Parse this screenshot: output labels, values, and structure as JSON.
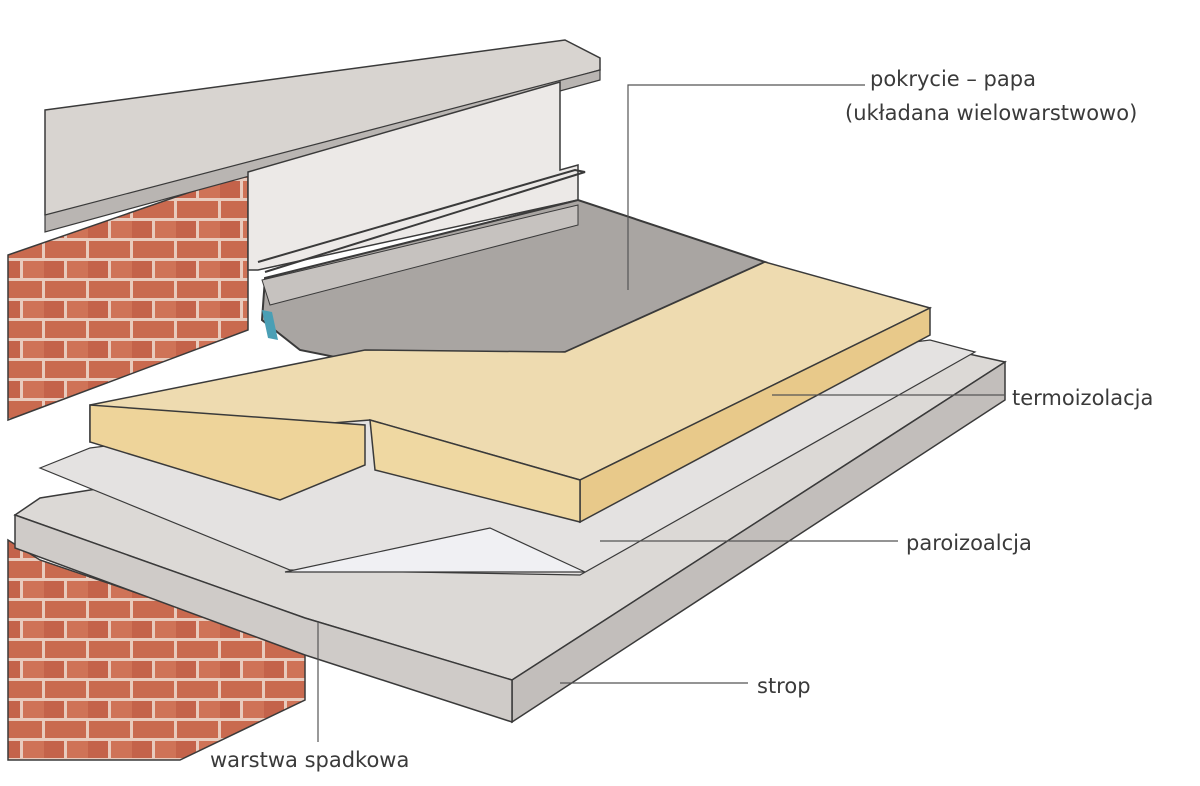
{
  "labels": {
    "pokrycie_line1": "pokrycie – papa",
    "pokrycie_line2": "(układana wielowarstwowo)",
    "termoizolacja": "termoizolacja",
    "paroizolacja": "paroizoalcja",
    "strop": "strop",
    "warstwa_spadkowa": "warstwa spadkowa"
  },
  "colors": {
    "brick": "#c96a4f",
    "mortar": "#e9cbbd",
    "concrete": "#d6d2cf",
    "insulation": "#efd8a2",
    "roofing": "#a8a4a2",
    "vapor_barrier": "#e6e6ea",
    "flashing": "#e8e8ea",
    "outline": "#3a3a3a"
  }
}
